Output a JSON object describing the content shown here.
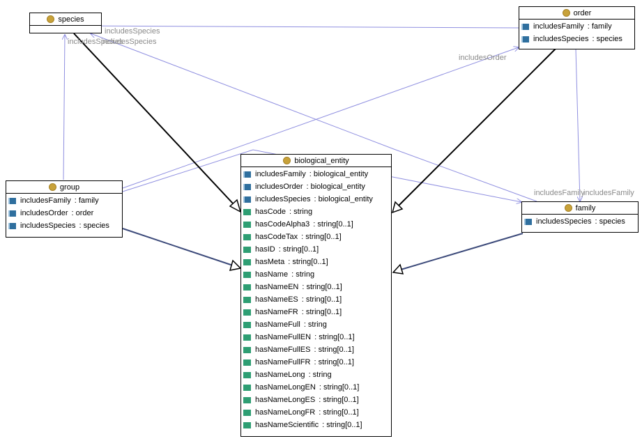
{
  "classes": {
    "species": {
      "name": "species",
      "attributes": []
    },
    "order": {
      "name": "order",
      "attributes": [
        {
          "kind": "object",
          "name": "includesFamily",
          "type": ": family"
        },
        {
          "kind": "object",
          "name": "includesSpecies",
          "type": ": species"
        }
      ]
    },
    "group": {
      "name": "group",
      "attributes": [
        {
          "kind": "object",
          "name": "includesFamily",
          "type": ": family"
        },
        {
          "kind": "object",
          "name": "includesOrder",
          "type": ": order"
        },
        {
          "kind": "object",
          "name": "includesSpecies",
          "type": ": species"
        }
      ]
    },
    "family": {
      "name": "family",
      "attributes": [
        {
          "kind": "object",
          "name": "includesSpecies",
          "type": ": species"
        }
      ]
    },
    "biological_entity": {
      "name": "biological_entity",
      "attributes": [
        {
          "kind": "object",
          "name": "includesFamily",
          "type": ": biological_entity"
        },
        {
          "kind": "object",
          "name": "includesOrder",
          "type": ": biological_entity"
        },
        {
          "kind": "object",
          "name": "includesSpecies",
          "type": ": biological_entity"
        },
        {
          "kind": "data",
          "name": "hasCode",
          "type": ": string"
        },
        {
          "kind": "data",
          "name": "hasCodeAlpha3",
          "type": ": string[0..1]"
        },
        {
          "kind": "data",
          "name": "hasCodeTax",
          "type": ": string[0..1]"
        },
        {
          "kind": "data",
          "name": "hasID",
          "type": ": string[0..1]"
        },
        {
          "kind": "data",
          "name": "hasMeta",
          "type": ": string[0..1]"
        },
        {
          "kind": "data",
          "name": "hasName",
          "type": ": string"
        },
        {
          "kind": "data",
          "name": "hasNameEN",
          "type": ": string[0..1]"
        },
        {
          "kind": "data",
          "name": "hasNameES",
          "type": ": string[0..1]"
        },
        {
          "kind": "data",
          "name": "hasNameFR",
          "type": ": string[0..1]"
        },
        {
          "kind": "data",
          "name": "hasNameFull",
          "type": ": string"
        },
        {
          "kind": "data",
          "name": "hasNameFullEN",
          "type": ": string[0..1]"
        },
        {
          "kind": "data",
          "name": "hasNameFullES",
          "type": ": string[0..1]"
        },
        {
          "kind": "data",
          "name": "hasNameFullFR",
          "type": ": string[0..1]"
        },
        {
          "kind": "data",
          "name": "hasNameLong",
          "type": ": string"
        },
        {
          "kind": "data",
          "name": "hasNameLongEN",
          "type": ": string[0..1]"
        },
        {
          "kind": "data",
          "name": "hasNameLongES",
          "type": ": string[0..1]"
        },
        {
          "kind": "data",
          "name": "hasNameLongFR",
          "type": ": string[0..1]"
        },
        {
          "kind": "data",
          "name": "hasNameScientific",
          "type": ": string[0..1]"
        }
      ]
    }
  },
  "edge_labels": {
    "order_species": "includesSpecies",
    "group_species": "includesSpecies",
    "family_species": "includesSpecies",
    "group_order": "includesOrder",
    "group_family": "includesFamily",
    "order_family": "includesFamily"
  },
  "colors": {
    "association": "#8f8fe0",
    "generalization": "#000000",
    "object_property": "#2f6f9e",
    "data_property": "#2e9e73",
    "class_icon": "#c8a23a"
  },
  "icons": {
    "class": "class-circle-icon",
    "object_property": "object-property-icon",
    "data_property": "data-property-icon"
  }
}
